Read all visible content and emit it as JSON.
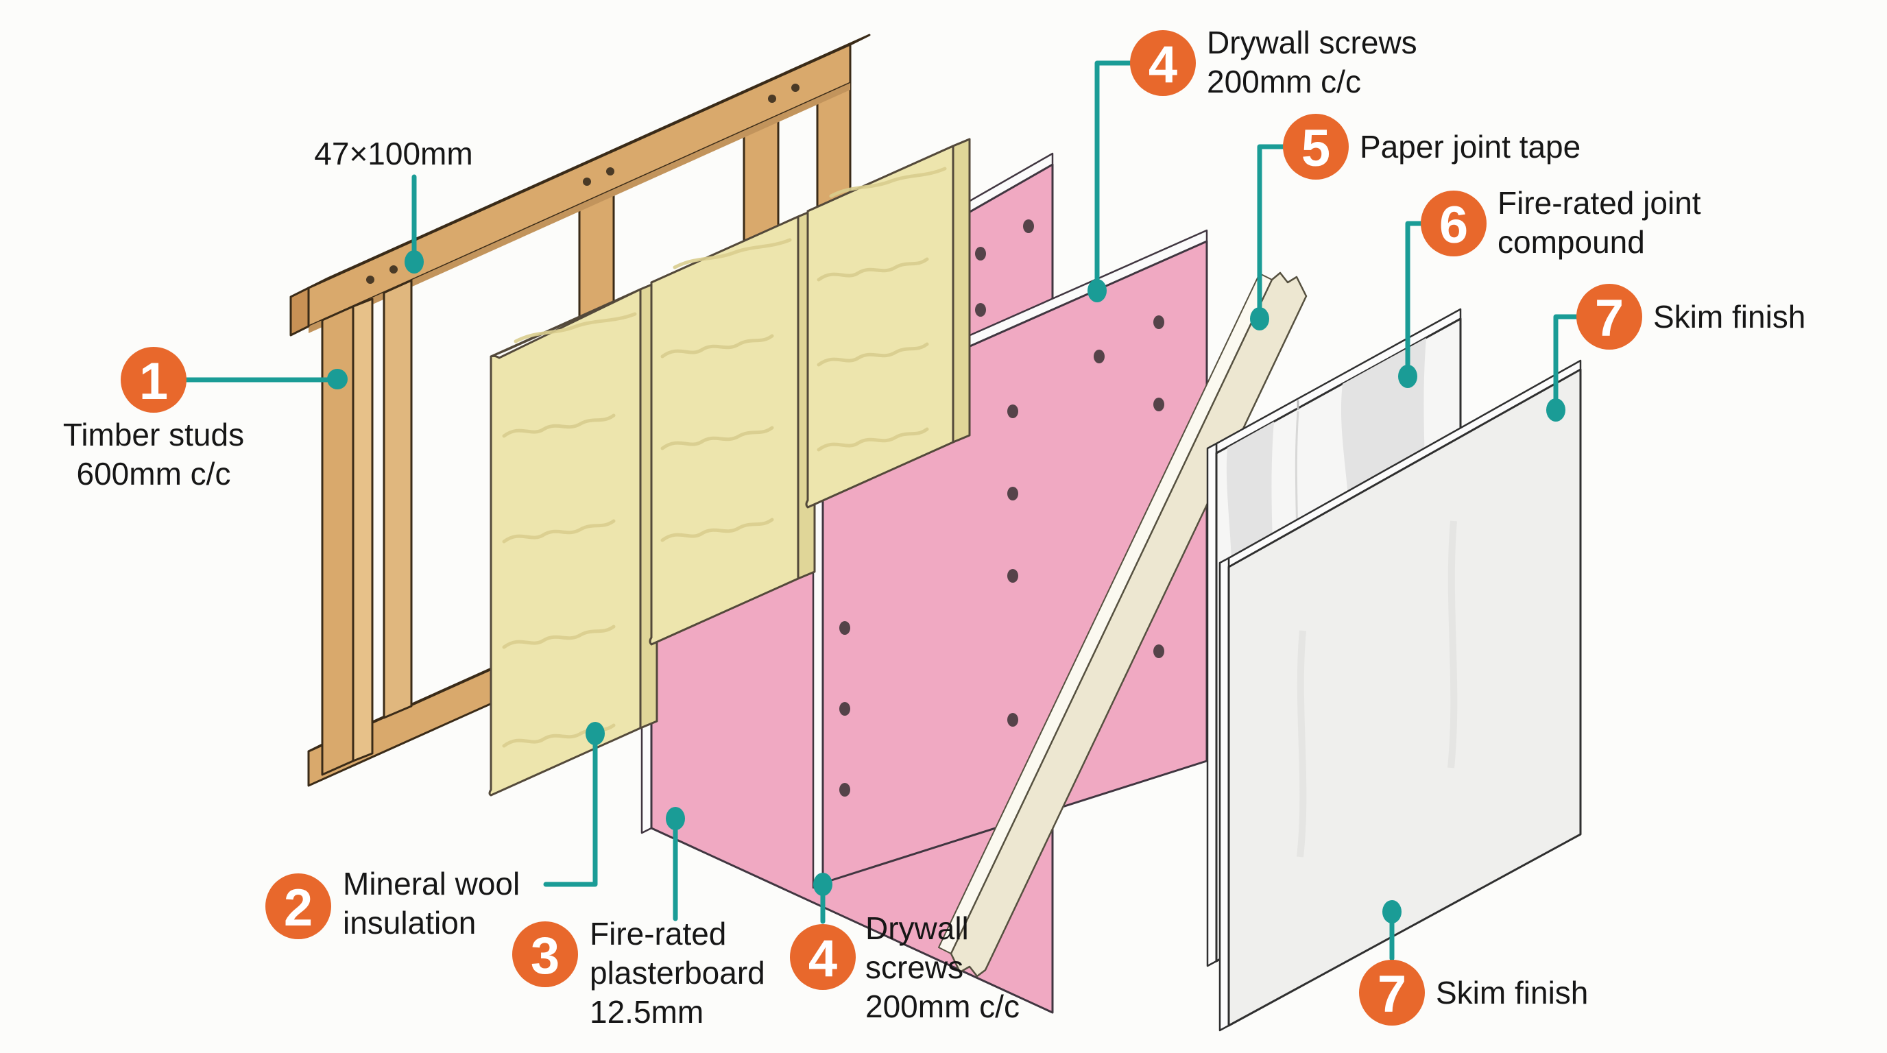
{
  "dimension_label": {
    "text": "47×100mm"
  },
  "callouts": {
    "c1": {
      "num": "1",
      "line1": "Timber studs",
      "line2": "600mm c/c"
    },
    "c2": {
      "num": "2",
      "line1": "Mineral wool",
      "line2": "insulation"
    },
    "c3": {
      "num": "3",
      "line1": "Fire-rated",
      "line2": "plasterboard",
      "line3": "12.5mm"
    },
    "c4top": {
      "num": "4",
      "line1": "Drywall screws",
      "line2": "200mm c/c"
    },
    "c4bottom": {
      "num": "4",
      "line1": "Drywall",
      "line2": "screws",
      "line3": "200mm c/c"
    },
    "c5": {
      "num": "5",
      "line1": "Paper joint tape"
    },
    "c6": {
      "num": "6",
      "line1": "Fire-rated joint",
      "line2": "compound"
    },
    "c7top": {
      "num": "7",
      "line1": "Skim finish"
    },
    "c7bottom": {
      "num": "7",
      "line1": "Skim finish"
    }
  },
  "colors": {
    "accent_orange": "#E8682C",
    "accent_teal": "#1A9C96",
    "plasterboard_pink": "#F0A9C2",
    "timber_tan": "#D9A96C",
    "mineral_wool_yellow": "#EDE5AD",
    "joint_tape_cream": "#EDE7D1",
    "panel_white": "#F6F6F5",
    "text": "#161616",
    "background": "#FCFCFA"
  }
}
